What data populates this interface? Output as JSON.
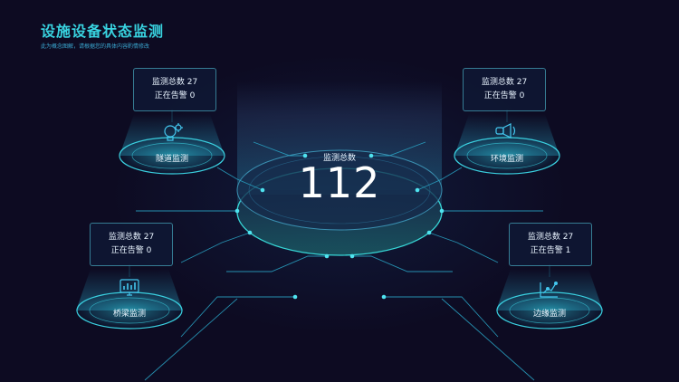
{
  "header": {
    "title": "设施设备状态监测",
    "subtitle": "此为概念图解，请根据您的具体内容酌情修改"
  },
  "center": {
    "label": "监测总数",
    "value": "112"
  },
  "nodes": [
    {
      "name": "隧道监测",
      "icon": "lightbulb-gear-icon",
      "total_label": "监测总数",
      "total": "27",
      "alarm_label": "正在告警",
      "alarm": "0"
    },
    {
      "name": "环境监测",
      "icon": "megaphone-icon",
      "total_label": "监测总数",
      "total": "27",
      "alarm_label": "正在告警",
      "alarm": "0"
    },
    {
      "name": "桥梁监测",
      "icon": "monitor-chart-icon",
      "total_label": "监测总数",
      "total": "27",
      "alarm_label": "正在告警",
      "alarm": "0"
    },
    {
      "name": "边缘监测",
      "icon": "scatter-chart-icon",
      "total_label": "监测总数",
      "total": "27",
      "alarm_label": "正在告警",
      "alarm": "1"
    }
  ],
  "colors": {
    "background": "#0d0b22",
    "accent": "#38d3e0",
    "line": "#2aa7c8"
  }
}
